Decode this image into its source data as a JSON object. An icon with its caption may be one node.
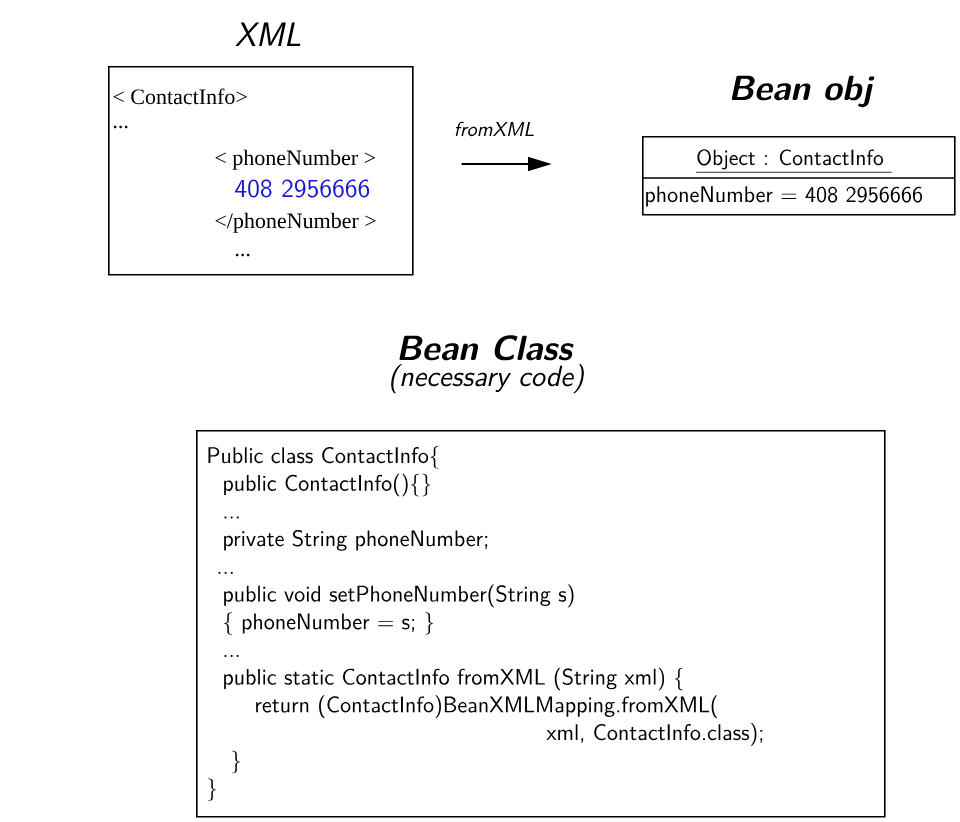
{
  "diagram": {
    "nodes": [
      {
        "text": [
          "XML",
          "< ContactInfo>",
          "...",
          "< phoneNumber >",
          "408 2956666",
          "</phoneNumber >",
          "..."
        ]
      },
      {
        "text": [
          "Bean obj",
          "Object : ContactInfo",
          "phoneNumber = 408 2956666"
        ]
      },
      {
        "text": [
          "Bean Class",
          "(necessary code)",
          "Public class ContactInfo{",
          "public ContactInfo(){}",
          "...",
          "private String phoneNumber;",
          "...",
          "public void setPhoneNumber(String s)",
          "{ phoneNumber = s; }",
          "...",
          "public static ContactInfo fromXML (String xml) {",
          "return (ContactInfo)BeanXMLMapping.fromXML(",
          "xml, ContactInfo.class);",
          "}",
          "}"
        ]
      }
    ],
    "edges": [
      {
        "from": 0,
        "to": 1,
        "arrow": "to",
        "label": "fromXML"
      }
    ]
  }
}
